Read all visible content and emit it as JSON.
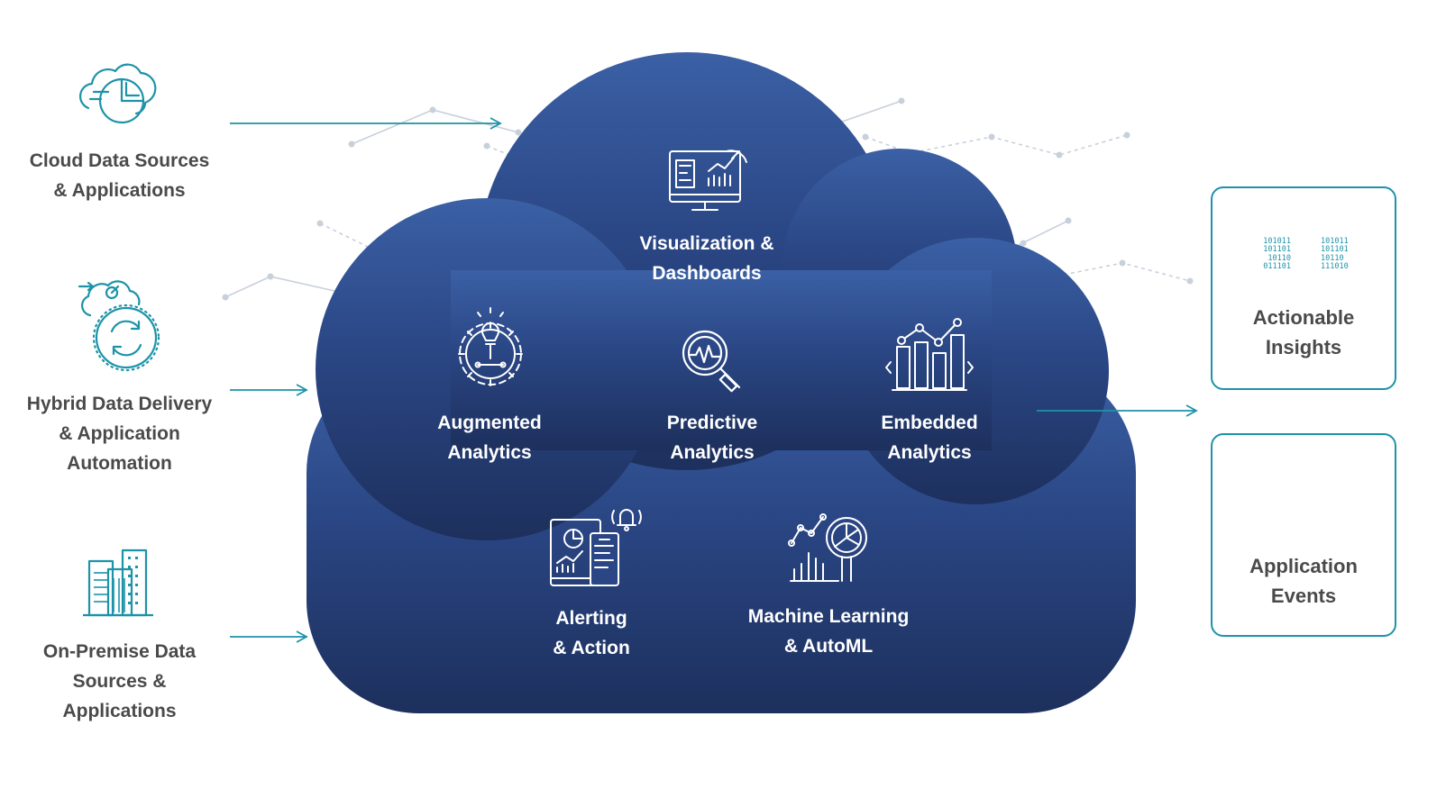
{
  "sources": [
    {
      "line1": "Cloud Data Sources",
      "line2": "& Applications",
      "line3": ""
    },
    {
      "line1": "Hybrid Data Delivery",
      "line2": "& Application",
      "line3": "Automation"
    },
    {
      "line1": "On-Premise Data",
      "line2": "Sources &",
      "line3": "Applications"
    }
  ],
  "capabilities": {
    "visualization": {
      "line1": "Visualization &",
      "line2": "Dashboards"
    },
    "augmented": {
      "line1": "Augmented",
      "line2": "Analytics"
    },
    "predictive": {
      "line1": "Predictive",
      "line2": "Analytics"
    },
    "embedded": {
      "line1": "Embedded",
      "line2": "Analytics"
    },
    "alerting": {
      "line1": "Alerting",
      "line2": "& Action"
    },
    "ml": {
      "line1": "Machine Learning",
      "line2": "& AutoML"
    }
  },
  "outputs": [
    {
      "line1": "Actionable",
      "line2": "Insights",
      "binary": [
        "101011",
        "101101",
        "10110",
        "011101",
        "101011",
        "101101",
        "10110",
        "111010"
      ]
    },
    {
      "line1": "Application",
      "line2": "Events"
    }
  ],
  "colors": {
    "cloud_top": "#3a5fa3",
    "cloud_bottom": "#1c2f5c",
    "accent": "#1d93a8",
    "text": "#4a4a4a"
  }
}
